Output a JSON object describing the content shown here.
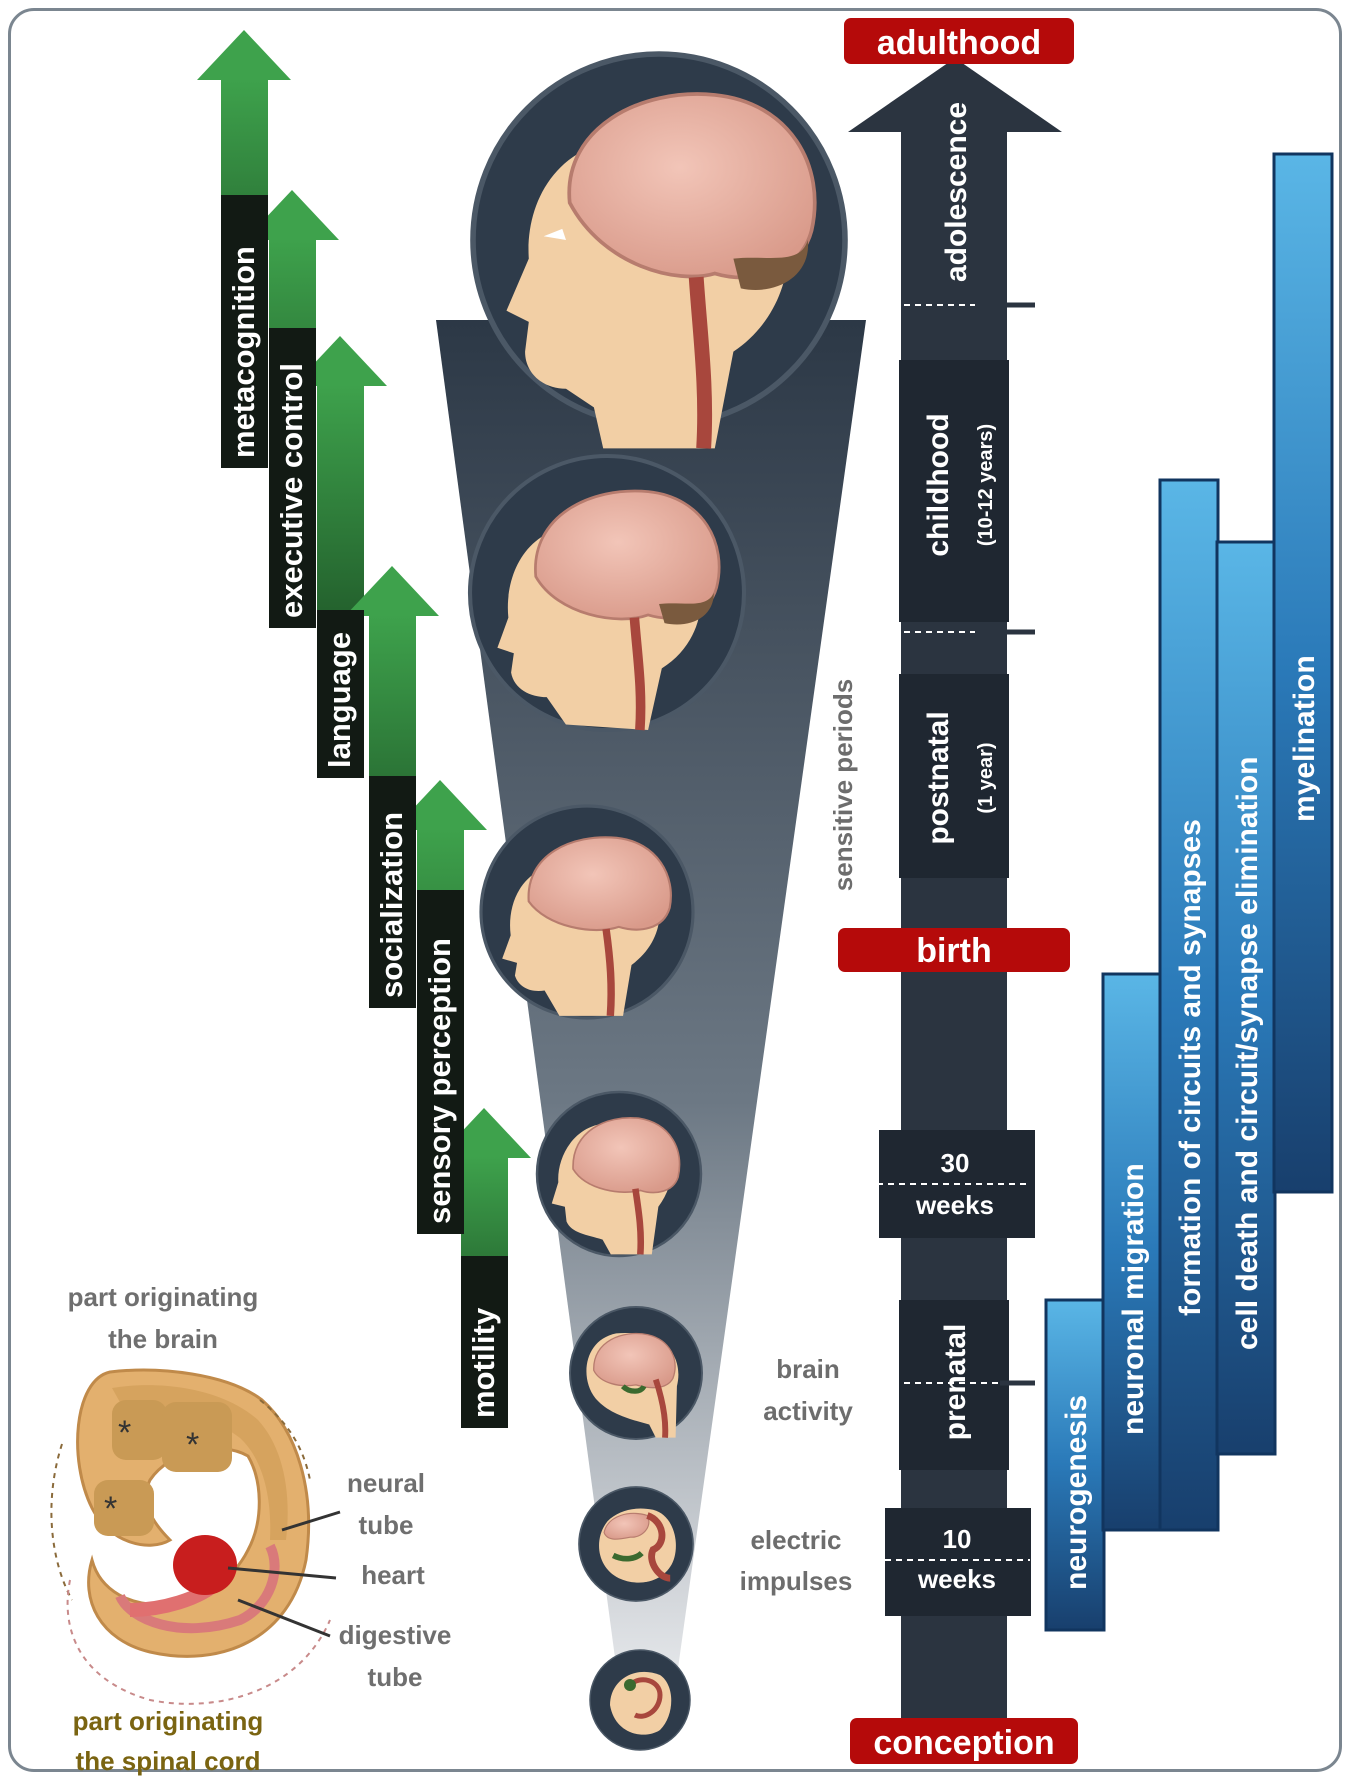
{
  "stage_markers": {
    "top": "adulthood",
    "middle": "birth",
    "bottom": "conception"
  },
  "stages": [
    {
      "label": "adolescence",
      "sub": ""
    },
    {
      "label": "childhood",
      "sub": "(10-12 years)"
    },
    {
      "label": "postnatal",
      "sub": "(1 year)"
    },
    {
      "label": "prenatal",
      "sub": ""
    }
  ],
  "week_markers": [
    {
      "number": "30",
      "unit": "weeks"
    },
    {
      "number": "10",
      "unit": "weeks"
    }
  ],
  "skills": [
    "metacognition",
    "executive control",
    "language",
    "socialization",
    "sensory perception",
    "motility"
  ],
  "processes": [
    "neurogenesis",
    "neuronal migration",
    "formation of circuits and synapses",
    "cell death and circuit/synapse elimination",
    "myelination"
  ],
  "side_labels": {
    "sensitive_periods": "sensitive periods",
    "brain_activity": [
      "brain",
      "activity"
    ],
    "electric_impulses": [
      "electric",
      "impulses"
    ]
  },
  "embryo": {
    "brain_part": [
      "part originating",
      "the brain"
    ],
    "spinal_part": [
      "part originating",
      "the spinal cord"
    ],
    "neural_tube": [
      "neural",
      "tube"
    ],
    "heart": "heart",
    "digestive_tube": [
      "digestive",
      "tube"
    ],
    "region_mark": "*"
  },
  "colors": {
    "timeline": "#2b3440",
    "marker_red": "#b50a0a",
    "skill_green": "#2f8a3e",
    "process_blue": "#2a79b8",
    "skin": "#f2cfa5",
    "brain": "#e8b3a6"
  }
}
